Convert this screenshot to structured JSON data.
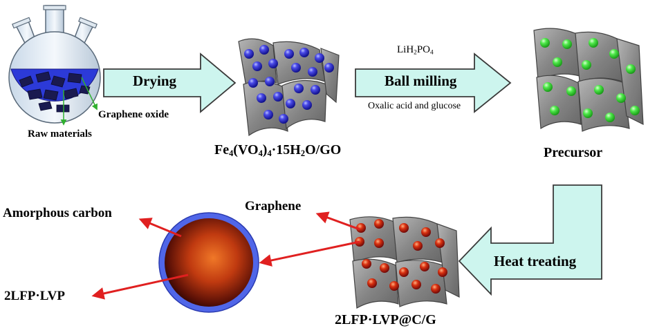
{
  "process": {
    "step1": "Drying",
    "step2": "Ball milling",
    "step2_reagent_top": {
      "pre": "LiH",
      "sub1": "2",
      "mid": "PO",
      "sub2": "4"
    },
    "step2_reagent_bottom": "Oxalic acid and glucose",
    "step3": "Heat treating"
  },
  "flask": {
    "label_graphene_oxide": "Graphene oxide",
    "label_raw_materials": "Raw materials"
  },
  "intermediate": {
    "formula": {
      "fe": "Fe",
      "fe_sub": "4",
      "vo": "(VO",
      "vo_sub": "4",
      "close": ")",
      "vo_close_sub": "4",
      "dot": "·15H",
      "h_sub": "2",
      "tail": "O/GO"
    }
  },
  "precursor": {
    "label": "Precursor"
  },
  "product": {
    "label": "2LFP·LVP@C/G",
    "label_graphene": "Graphene",
    "label_amorphous_carbon": "Amorphous carbon",
    "label_core": "2LFP·LVP"
  },
  "colors": {
    "arrow_fill": "#cdf5ee",
    "arrow_stroke": "#3a3a3a",
    "sheet_fill": "#8a8a8a",
    "sphere_blue": "#3a3ae0",
    "sphere_green": "#44e040",
    "sphere_red": "#c82010",
    "pointer_red": "#e02020",
    "pointer_green": "#30b030",
    "shell_blue": "#5066e8"
  }
}
